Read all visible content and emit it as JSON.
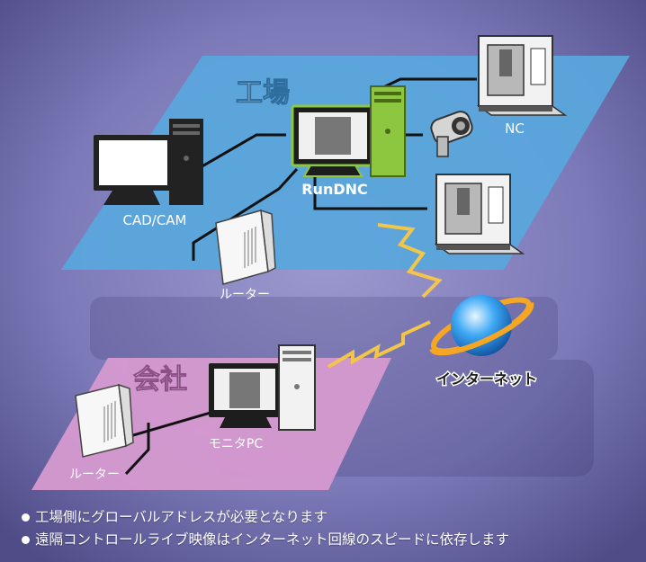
{
  "zones": {
    "factory": {
      "label": "工場",
      "color": "#5aa7dc"
    },
    "company": {
      "label": "会社",
      "color": "#d69ad0"
    }
  },
  "nodes": {
    "cadcam": "CAD/CAM",
    "rundnc": "RunDNC",
    "nc": "NC",
    "router_factory": "ルーター",
    "internet": "インターネット",
    "monitor_pc": "モニタPC",
    "router_company": "ルーター"
  },
  "notes": [
    "工場側にグローバルアドレスが必要となります",
    "遠隔コントロールライブ映像はインターネット回線のスピードに依存します"
  ],
  "colors": {
    "background": "#6d6aa8",
    "factory_zone": "#5aa7dc",
    "company_zone": "#d69ad0",
    "rundnc_accent": "#8dc63f",
    "planet": "#3fa9f5",
    "ring": "#f5a623",
    "link_wave": "#f3c64a"
  },
  "icons": {
    "computer": "desktop-computer-icon",
    "router": "router-icon",
    "machine": "cnc-machine-icon",
    "camera": "camera-icon",
    "internet": "internet-globe-icon"
  }
}
